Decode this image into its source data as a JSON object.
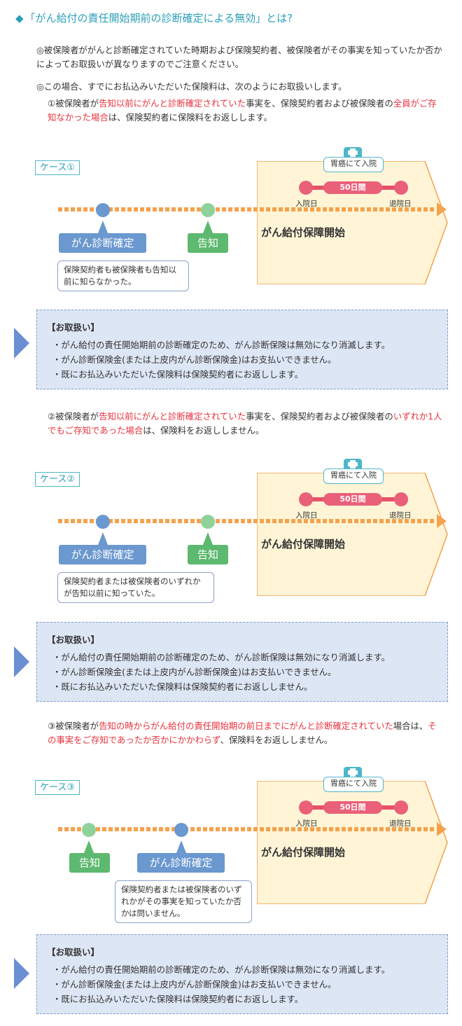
{
  "title": "「がん給付の責任開始期前の診断確定による無効」とは?",
  "title_marker": "◆",
  "intro": {
    "p1": "◎被保険者ががんと診断確定されていた時期および保険契約者、被保険者がその事実を知っていたか否かによってお取扱いが異なりますのでご注意ください。",
    "p2": "◎この場合、すでにお払込みいただいた保険料は、次のようにお取扱いします。"
  },
  "case1_text": {
    "a": "①被保険者が",
    "b": "告知以前にがんと診断確定されていた",
    "c": "事実を、保険契約者および被保険者の",
    "d": "全員がご存知なかった場合",
    "e": "は、保険契約者に保険料をお返しします。"
  },
  "case2_text": {
    "a": "②被保険者が",
    "b": "告知以前にがんと診断確定されていた",
    "c": "事実を、保険契約者および被保険者の",
    "d": "いずれか1人でもご存知であった場合",
    "e": "は、保険料をお返ししません。"
  },
  "case3_text": {
    "a": "③被保険者が",
    "b": "告知の時からがん給付の責任開始期の前日までにがんと診断確定されていた",
    "c": "場合は、",
    "d": "その事実をご存知であったか否かにかかわらず",
    "e": "、保険料をお返ししません。"
  },
  "diagram_common": {
    "hospital": "胃癌にて入院",
    "days": "50日間",
    "admit": "入院日",
    "discharge": "退院日",
    "start": "がん給付保障開始",
    "diagnosis": "がん診断確定",
    "notice": "告知"
  },
  "cases": [
    {
      "label": "ケース①",
      "note": "保険契約者も被保険者も告知以前に知らなかった。"
    },
    {
      "label": "ケース②",
      "note": "保険契約者または被保険者のいずれかが告知以前に知っていた。"
    },
    {
      "label": "ケース③",
      "note": "保険契約者または被保険者のいずれかがその事実を知っていたか否かは問いません。"
    }
  ],
  "boxes": [
    {
      "title": "【お取扱い】",
      "items": [
        "・がん給付の責任開始期前の診断確定のため、がん診断保険は無効になり消滅します。",
        "・がん診断保険金(または上皮内がん診断保険金)はお支払いできません。",
        "・既にお払込みいただいた保険料は保険契約者にお返しします。"
      ]
    },
    {
      "title": "【お取扱い】",
      "items": [
        "・がん給付の責任開始期前の診断確定のため、がん診断保険は無効になり消滅します。",
        "・がん診断保険金(または上皮内がん診断保険金)はお支払いできません。",
        "・既にお払込みいただいた保険料は保険契約者にお返ししません。"
      ]
    },
    {
      "title": "【お取扱い】",
      "items": [
        "・がん給付の責任開始期前の診断確定のため、がん診断保険は無効になり消滅します。",
        "・がん診断保険金(または上皮内がん診断保険金)はお支払いできません。",
        "・既にお払込みいただいた保険料は保険契約者にお返しします。"
      ]
    }
  ],
  "colors": {
    "accent": "#2a9fb8",
    "red": "#e8323c",
    "timeline": "#f4a24d",
    "diagnosis": "#6a98cf",
    "notice": "#5db96f",
    "period": "#ea6079",
    "box_bg": "#dde6f5"
  }
}
